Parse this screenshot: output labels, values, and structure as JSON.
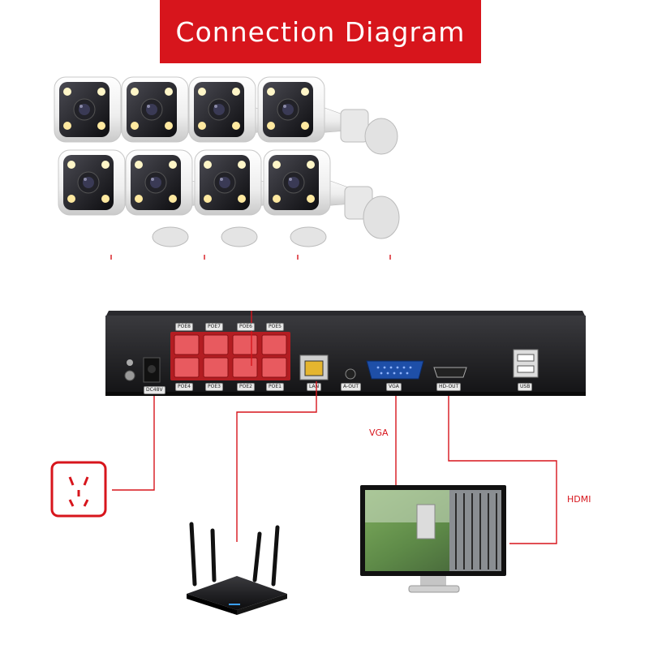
{
  "title": "Connection Diagram",
  "colors": {
    "accent": "#d7151c",
    "nvr_body": "#1b1b1d",
    "camera_body": "#f4f4f4"
  },
  "cameras": {
    "count": 8,
    "icon": "bullet-camera-icon"
  },
  "nvr": {
    "ports_top": [
      "POE8",
      "POE7",
      "POE6",
      "POE5"
    ],
    "ports_bottom": [
      "POE4",
      "POE3",
      "POE2",
      "POE1"
    ],
    "power_label": "DC48V",
    "lan_label": "LAN",
    "audio_label": "A-OUT",
    "vga_label": "VGA",
    "hdmi_label": "HD-OUT",
    "usb_label": "USB"
  },
  "connections": {
    "vga_label": "VGA",
    "hdmi_label": "HDMI"
  },
  "devices": [
    "power-outlet-icon",
    "wifi-router-icon",
    "monitor-icon"
  ]
}
